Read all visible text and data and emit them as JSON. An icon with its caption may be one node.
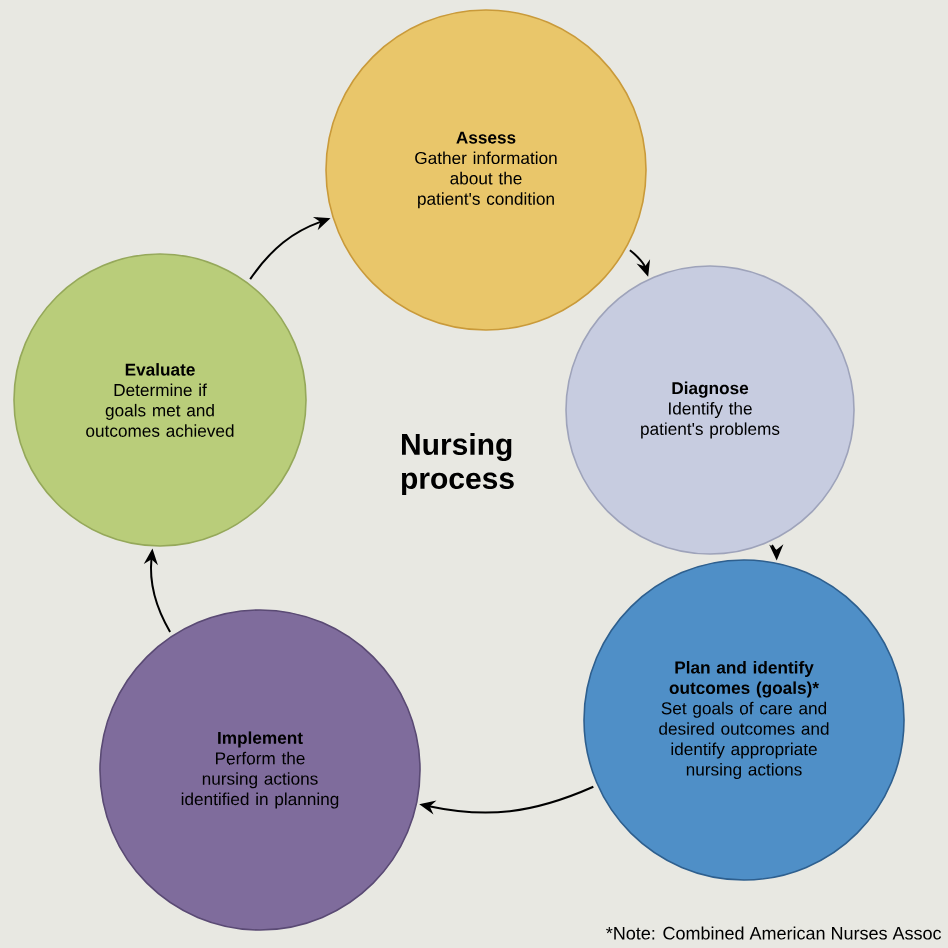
{
  "diagram": {
    "title": "Nursing process",
    "nodes": [
      {
        "text": [
          "Assess",
          "Gather information about the patient's condition"
        ]
      },
      {
        "text": [
          "Diagnose",
          "Identify the patient's problems"
        ]
      },
      {
        "text": [
          "Plan and identify outcomes (goals)*",
          "Set goals of care and desired outcomes and identify appropriate nursing actions"
        ]
      },
      {
        "text": [
          "Implement",
          "Perform the nursing actions identified in planning"
        ]
      },
      {
        "text": [
          "Evaluate",
          "Determine if goals met and outcomes achieved"
        ]
      }
    ],
    "edges": [
      {
        "from": 0,
        "to": 1,
        "arrow": "to"
      },
      {
        "from": 1,
        "to": 2,
        "arrow": "to"
      },
      {
        "from": 2,
        "to": 3,
        "arrow": "to"
      },
      {
        "from": 3,
        "to": 4,
        "arrow": "to"
      },
      {
        "from": 4,
        "to": 0,
        "arrow": "to"
      }
    ],
    "labels": [
      "*Note: Combined American Nurses Assoc"
    ]
  }
}
